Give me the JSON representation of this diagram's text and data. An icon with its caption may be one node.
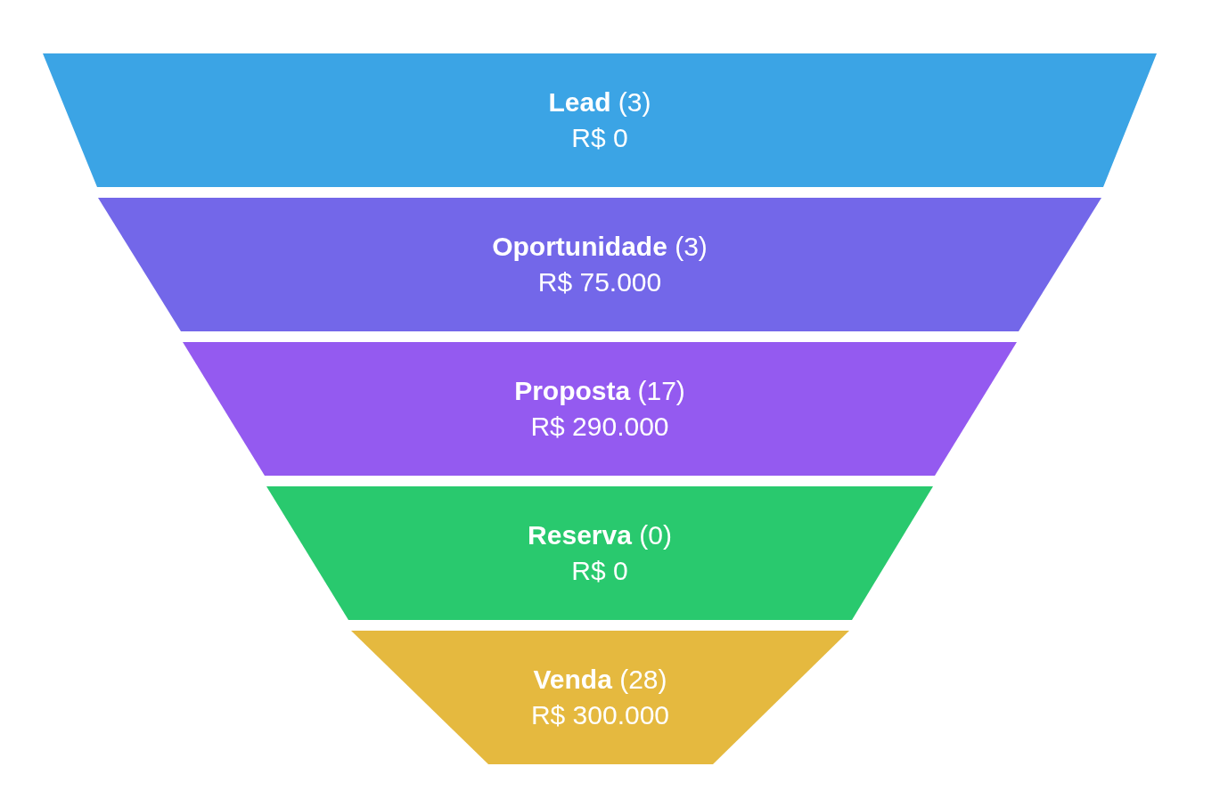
{
  "diagram": {
    "nodes": [
      {
        "text": [
          "**Lead** (3)",
          "R$ 0"
        ]
      },
      {
        "text": [
          "**Oportunidade** (3)",
          "R$ 75.000"
        ]
      },
      {
        "text": [
          "**Proposta** (17)",
          "R$ 290.000"
        ]
      },
      {
        "text": [
          "**Reserva** (0)",
          "R$ 0"
        ]
      },
      {
        "text": [
          "**Venda** (28)",
          "R$ 300.000"
        ]
      }
    ]
  }
}
